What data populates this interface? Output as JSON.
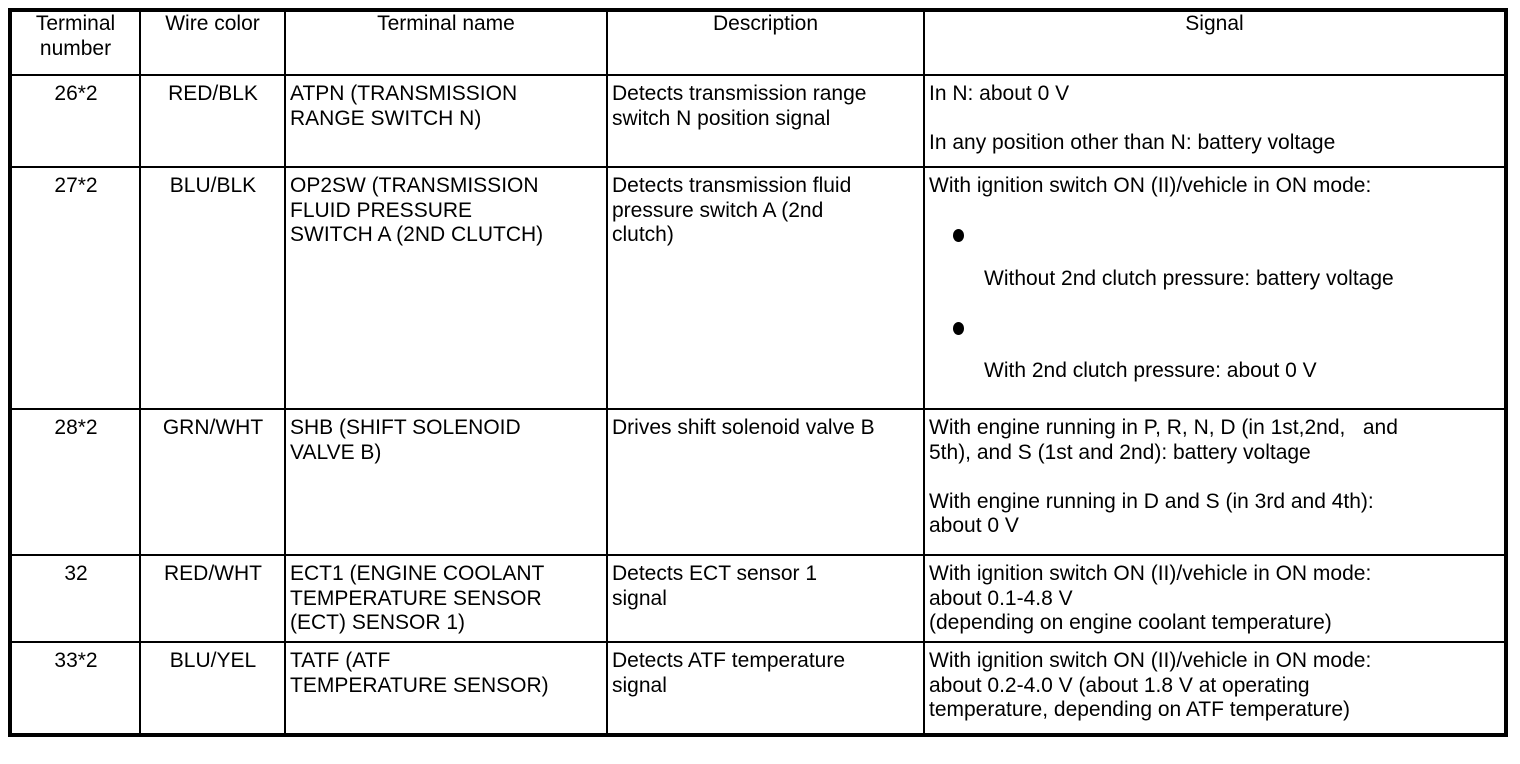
{
  "table": {
    "headers": [
      {
        "label": "Terminal\nnumber",
        "bold": true
      },
      {
        "label": "Wire color",
        "bold": false
      },
      {
        "label": "Terminal name",
        "bold": false
      },
      {
        "label": "Description",
        "bold": false
      },
      {
        "label": "Signal",
        "bold": false
      }
    ],
    "header_labels": {
      "terminal_number": "Terminal number",
      "terminal_number_line1": "Terminal",
      "terminal_number_line2": "number",
      "wire_color": "Wire color",
      "terminal_name": "Terminal name",
      "description": "Description",
      "signal": "Signal"
    },
    "rows": [
      {
        "terminal_number": "26*2",
        "wire_color": "RED/BLK",
        "terminal_name_lines": [
          "ATPN (TRANSMISSION",
          "RANGE SWITCH N)"
        ],
        "terminal_name": "ATPN (TRANSMISSION RANGE SWITCH N)",
        "description_lines": [
          "Detects transmission range",
          "switch N position signal"
        ],
        "description": "Detects transmission range switch N position signal",
        "signal_lines": [
          "In N: about 0 V",
          "",
          "In any position other than N: battery voltage"
        ],
        "signal": "In N: about 0 V / In any position other than N: battery voltage"
      },
      {
        "terminal_number": "27*2",
        "wire_color": "BLU/BLK",
        "terminal_name_lines": [
          "OP2SW (TRANSMISSION",
          "FLUID PRESSURE",
          "SWITCH A (2ND CLUTCH)"
        ],
        "terminal_name": "OP2SW (TRANSMISSION FLUID PRESSURE SWITCH A (2ND CLUTCH)",
        "description_lines": [
          "Detects transmission fluid",
          "pressure switch A (2nd",
          "clutch)"
        ],
        "description": "Detects transmission fluid pressure switch A (2nd clutch)",
        "signal_intro": "With ignition switch ON (II)/vehicle in ON mode:",
        "signal_bullets": [
          "Without 2nd clutch pressure: battery voltage",
          "With 2nd clutch pressure: about 0 V"
        ],
        "signal": "With ignition switch ON (II)/vehicle in ON mode: Without 2nd clutch pressure: battery voltage; With 2nd clutch pressure: about 0 V"
      },
      {
        "terminal_number": "28*2",
        "wire_color": "GRN/WHT",
        "terminal_name_lines": [
          "SHB (SHIFT SOLENOID",
          "VALVE B)"
        ],
        "terminal_name": "SHB (SHIFT SOLENOID VALVE B)",
        "description_lines": [
          "Drives shift solenoid valve B"
        ],
        "description": "Drives shift solenoid valve B",
        "signal_lines": [
          "With engine running in P, R, N, D (in 1st,2nd,   and",
          "5th), and S (1st and 2nd): battery voltage",
          "",
          "With engine running in D and S (in 3rd and 4th):",
          "about 0 V"
        ],
        "signal": "With engine running in P, R, N, D (in 1st,2nd, and 5th), and S (1st and 2nd): battery voltage / With engine running in D and S (in 3rd and 4th): about 0 V"
      },
      {
        "terminal_number": "32",
        "wire_color": "RED/WHT",
        "terminal_name_lines": [
          "ECT1 (ENGINE COOLANT",
          "TEMPERATURE SENSOR",
          "(ECT) SENSOR 1)"
        ],
        "terminal_name": "ECT1 (ENGINE COOLANT TEMPERATURE SENSOR (ECT) SENSOR 1)",
        "description_lines": [
          "Detects ECT sensor 1",
          "signal"
        ],
        "description": "Detects ECT sensor 1 signal",
        "signal_lines": [
          "With ignition switch ON (II)/vehicle in ON mode:",
          "about 0.1-4.8 V",
          "(depending on engine coolant temperature)"
        ],
        "signal": "With ignition switch ON (II)/vehicle in ON mode: about 0.1-4.8 V (depending on engine coolant temperature)"
      },
      {
        "terminal_number": "33*2",
        "wire_color": "BLU/YEL",
        "terminal_name_lines": [
          "TATF (ATF",
          "TEMPERATURE SENSOR)"
        ],
        "terminal_name": "TATF (ATF TEMPERATURE SENSOR)",
        "description_lines": [
          "Detects ATF temperature",
          "signal"
        ],
        "description": "Detects ATF temperature signal",
        "signal_lines": [
          "With ignition switch ON (II)/vehicle in ON mode:",
          "about 0.2-4.0 V (about 1.8 V at operating",
          "temperature, depending on ATF temperature)"
        ],
        "signal": "With ignition switch ON (II)/vehicle in ON mode: about 0.2-4.0 V (about 1.8 V at operating temperature, depending on ATF temperature)"
      }
    ]
  },
  "colors": {
    "border": "#000000",
    "text": "#000000",
    "background": "#ffffff"
  }
}
